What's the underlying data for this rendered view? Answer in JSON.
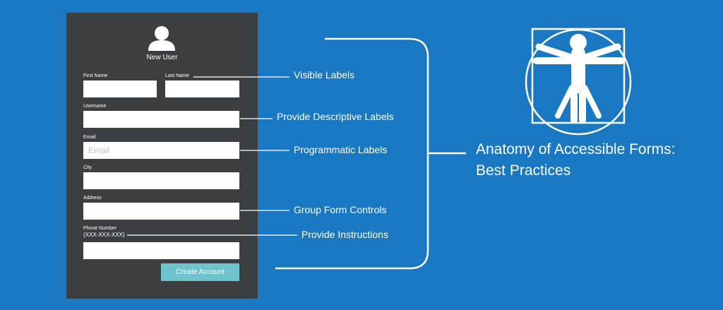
{
  "form": {
    "title": "New User",
    "first_name_label": "First Name",
    "last_name_label": "Last Name",
    "username_label": "Username",
    "email_label": "Email",
    "email_placeholder": "Email",
    "city_label": "City",
    "address_label": "Address",
    "phone_label": "Phone Number",
    "phone_format": "(XXX-XXX-XXX)",
    "create_button": "Create Account"
  },
  "callouts": {
    "visible_labels": "Visible Labels",
    "descriptive_labels": "Provide Descriptive Labels",
    "programmatic_labels": "Programmatic Labels",
    "group_controls": "Group Form Controls",
    "instructions": "Provide Instructions"
  },
  "heading": {
    "line1": "Anatomy of Accessible Forms:",
    "line2": "Best Practices"
  },
  "icons": {
    "user": "user-avatar-icon",
    "figure": "vitruvian-figure-icon"
  },
  "colors": {
    "background": "#1a78c2",
    "panel": "#3b3f42",
    "button": "#6fc3cd",
    "field": "#ffffff"
  }
}
